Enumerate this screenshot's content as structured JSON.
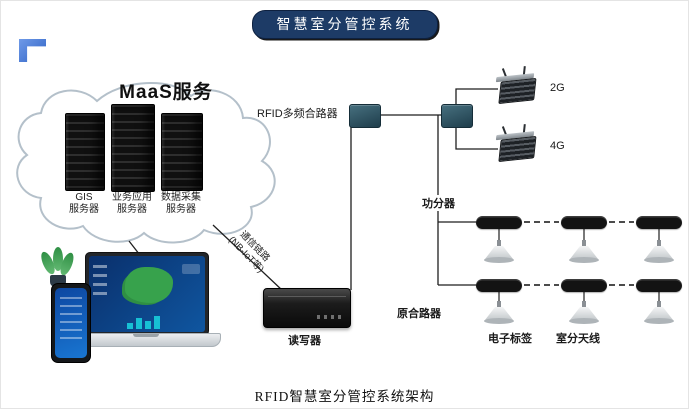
{
  "header": {
    "title": "智慧室分管控系统"
  },
  "cloud": {
    "title": "MaaS服务",
    "servers": [
      {
        "line1": "GIS",
        "line2": "服务器"
      },
      {
        "line1": "业务应用",
        "line2": "服务器"
      },
      {
        "line1": "数据采集",
        "line2": "服务器"
      }
    ]
  },
  "link_label": {
    "line1": "通信链路",
    "line2": "(NB-IoT等)"
  },
  "devices": {
    "rfid_combiner": "RFID多频合路器",
    "reader": "读写器",
    "splitter": "功分器",
    "original_combiner": "原合路器",
    "electronic_tag": "电子标签",
    "indoor_antenna": "室分天线",
    "bts_2g": "2G",
    "bts_4g": "4G"
  },
  "caption": "RFID智慧室分管控系统架构",
  "colors": {
    "title_bg": "#1d3b66",
    "line": "#1f1f1f",
    "combiner_box": "#2c4f60",
    "cloud_stroke": "#b4c0ca",
    "map_green": "#37a24c",
    "screen_blue": "#0f56a0",
    "corner_blue": "#4f7fd9"
  }
}
